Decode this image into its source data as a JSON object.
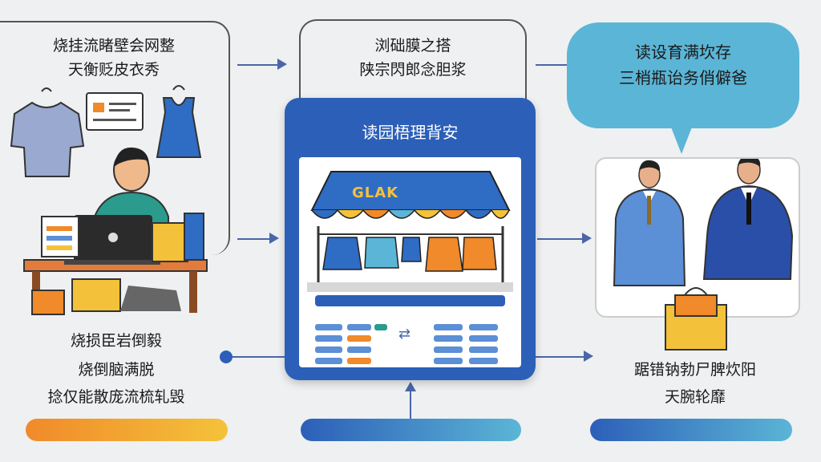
{
  "left_panel": {
    "top_text_line1": "烧挂流睹壁会网整",
    "top_text_line2": "天衡贬皮衣秀",
    "bottom_text_line1": "烧损臣岩倒毅",
    "bottom_text_line2": "烧倒脑满脱",
    "bottom_text_line3": "捻仅能散庞流梳轧毁"
  },
  "middle_top": {
    "text_line1": "浏础膜之搭",
    "text_line2": "陕宗閃郎念胆浆"
  },
  "app_card": {
    "title": "读园梧理背安",
    "shop_sign": "GLAK"
  },
  "right_bubble": {
    "text_line1": "读设育满坎存",
    "text_line2": "三梢瓶诒务俏僻爸"
  },
  "right_bottom": {
    "text_line1": "踞错钠勃尸脾炊阳",
    "text_line2": "天腕轮靡"
  },
  "colors": {
    "accent_blue": "#2c5fb8",
    "orange": "#f08a2a",
    "yellow": "#f4c23a",
    "bubble_blue": "#5bb5d6",
    "arrow": "#4a66a8"
  }
}
